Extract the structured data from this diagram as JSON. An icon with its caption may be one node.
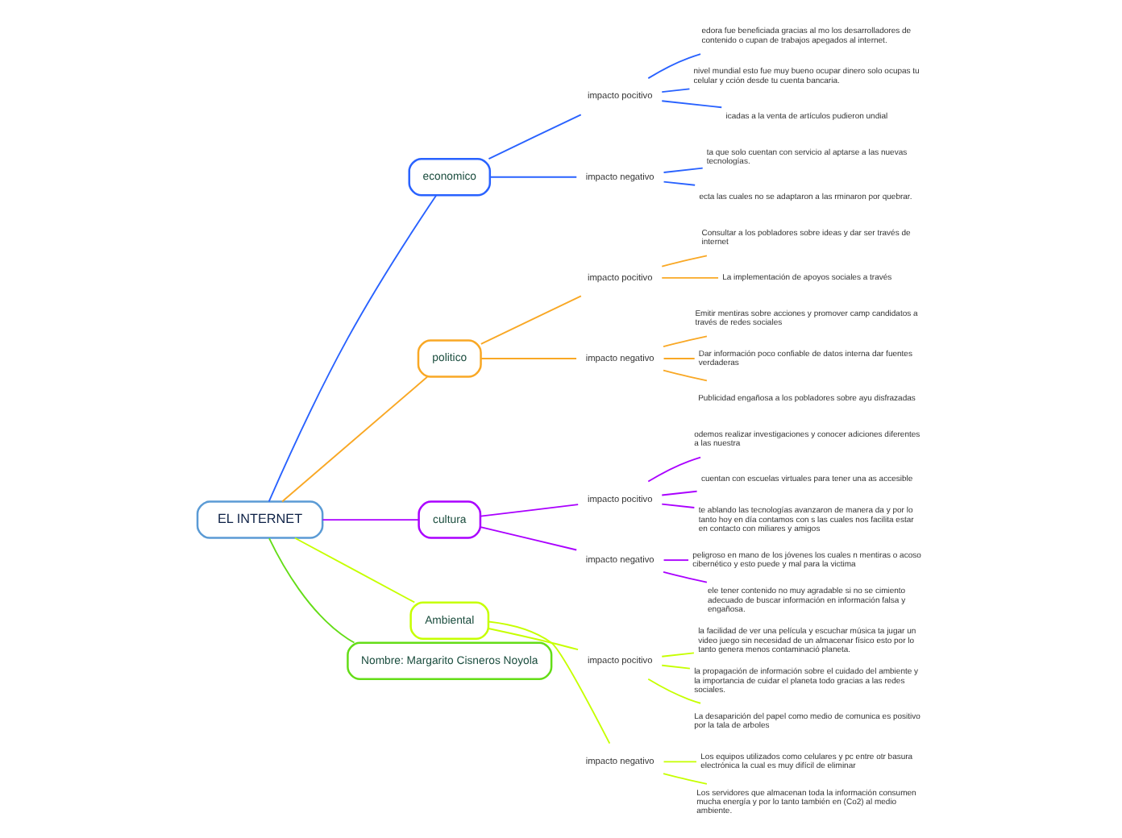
{
  "diagram": {
    "nodes": [
      {
        "text": [
          "EL INTERNET"
        ]
      },
      {
        "text": [
          "economico"
        ]
      },
      {
        "text": [
          "impacto pocitivo"
        ]
      },
      {
        "text": [
          "edora fue beneficiada gracias al mo los desarrolladores de contenido o cupan de trabajos apegados al internet."
        ]
      },
      {
        "text": [
          "nivel mundial esto fue muy bueno ocupar dinero solo ocupas tu celular y cción desde tu cuenta bancaria."
        ]
      },
      {
        "text": [
          "icadas a la venta de artículos pudieron undial"
        ]
      },
      {
        "text": [
          "impacto negativo"
        ]
      },
      {
        "text": [
          "ta que solo cuentan con servicio al aptarse a las nuevas tecnologías."
        ]
      },
      {
        "text": [
          "ecta las cuales no se adaptaron a las rminaron por quebrar."
        ]
      },
      {
        "text": [
          "politico"
        ]
      },
      {
        "text": [
          "impacto pocitivo"
        ]
      },
      {
        "text": [
          "Consultar a los pobladores sobre ideas y dar ser través de internet"
        ]
      },
      {
        "text": [
          "La implementación de apoyos sociales a través"
        ]
      },
      {
        "text": [
          "impacto negativo"
        ]
      },
      {
        "text": [
          "Emitir mentiras sobre acciones y promover camp candidatos a través de redes sociales"
        ]
      },
      {
        "text": [
          "Dar información poco confiable de datos interna dar fuentes verdaderas"
        ]
      },
      {
        "text": [
          "Publicidad engañosa a los pobladores sobre ayu disfrazadas"
        ]
      },
      {
        "text": [
          "cultura"
        ]
      },
      {
        "text": [
          "impacto pocitivo"
        ]
      },
      {
        "text": [
          "odemos realizar investigaciones y conocer adiciones diferentes a las nuestra"
        ]
      },
      {
        "text": [
          "cuentan con escuelas virtuales para tener una as accesible"
        ]
      },
      {
        "text": [
          "te ablando las tecnologías avanzaron de manera da y por lo tanto hoy en día contamos con s las cuales nos facilita estar en contacto con miliares y amigos"
        ]
      },
      {
        "text": [
          "impacto negativo"
        ]
      },
      {
        "text": [
          "peligroso en mano de los jóvenes los cuales n mentiras o acoso cibernético y esto puede y mal para la victima"
        ]
      },
      {
        "text": [
          "ele tener contenido no muy agradable si no se cimiento adecuado de buscar información en información falsa y engañosa."
        ]
      },
      {
        "text": [
          "Ambiental"
        ]
      },
      {
        "text": [
          "impacto pocitivo"
        ]
      },
      {
        "text": [
          "la facilidad de ver una película y escuchar música ta jugar un video juego sin necesidad de un almacenar físico esto por lo tanto genera menos contaminació planeta."
        ]
      },
      {
        "text": [
          "la propagación de información sobre el cuidado del ambiente y la importancia de cuidar el planeta todo gracias a las redes sociales."
        ]
      },
      {
        "text": [
          "La desaparición del papel como medio de comunica es positivo por la tala de arboles"
        ]
      },
      {
        "text": [
          "impacto negativo"
        ]
      },
      {
        "text": [
          "Los equipos utilizados como celulares y pc entre otr basura electrónica la cual es muy difícil de eliminar"
        ]
      },
      {
        "text": [
          "Los servidores que almacenan toda la información consumen mucha energía y por lo tanto también en (Co2) al medio ambiente."
        ]
      },
      {
        "text": [
          "Nombre: Margarito Cisneros Noyola"
        ]
      }
    ],
    "edges": [
      {
        "from": 0,
        "to": 1,
        "arrow": "none",
        "color": "#2962ff"
      },
      {
        "from": 1,
        "to": 2,
        "arrow": "none",
        "color": "#2962ff"
      },
      {
        "from": 2,
        "to": 3,
        "arrow": "none",
        "color": "#2962ff"
      },
      {
        "from": 2,
        "to": 4,
        "arrow": "none",
        "color": "#2962ff"
      },
      {
        "from": 2,
        "to": 5,
        "arrow": "none",
        "color": "#2962ff"
      },
      {
        "from": 1,
        "to": 6,
        "arrow": "none",
        "color": "#2962ff"
      },
      {
        "from": 6,
        "to": 7,
        "arrow": "none",
        "color": "#2962ff"
      },
      {
        "from": 6,
        "to": 8,
        "arrow": "none",
        "color": "#2962ff"
      },
      {
        "from": 0,
        "to": 9,
        "arrow": "none",
        "color": "#f9a825"
      },
      {
        "from": 9,
        "to": 10,
        "arrow": "none",
        "color": "#f9a825"
      },
      {
        "from": 10,
        "to": 11,
        "arrow": "none",
        "color": "#f9a825"
      },
      {
        "from": 10,
        "to": 12,
        "arrow": "none",
        "color": "#f9a825"
      },
      {
        "from": 9,
        "to": 13,
        "arrow": "none",
        "color": "#f9a825"
      },
      {
        "from": 13,
        "to": 14,
        "arrow": "none",
        "color": "#f9a825"
      },
      {
        "from": 13,
        "to": 15,
        "arrow": "none",
        "color": "#f9a825"
      },
      {
        "from": 13,
        "to": 16,
        "arrow": "none",
        "color": "#f9a825"
      },
      {
        "from": 0,
        "to": 17,
        "arrow": "none",
        "color": "#aa00ff"
      },
      {
        "from": 17,
        "to": 18,
        "arrow": "none",
        "color": "#aa00ff"
      },
      {
        "from": 18,
        "to": 19,
        "arrow": "none",
        "color": "#aa00ff"
      },
      {
        "from": 18,
        "to": 20,
        "arrow": "none",
        "color": "#aa00ff"
      },
      {
        "from": 18,
        "to": 21,
        "arrow": "none",
        "color": "#aa00ff"
      },
      {
        "from": 17,
        "to": 22,
        "arrow": "none",
        "color": "#aa00ff"
      },
      {
        "from": 22,
        "to": 23,
        "arrow": "none",
        "color": "#aa00ff"
      },
      {
        "from": 22,
        "to": 24,
        "arrow": "none",
        "color": "#aa00ff"
      },
      {
        "from": 0,
        "to": 25,
        "arrow": "none",
        "color": "#c6ff00"
      },
      {
        "from": 25,
        "to": 26,
        "arrow": "none",
        "color": "#c6ff00"
      },
      {
        "from": 26,
        "to": 27,
        "arrow": "none",
        "color": "#c6ff00"
      },
      {
        "from": 26,
        "to": 28,
        "arrow": "none",
        "color": "#c6ff00"
      },
      {
        "from": 26,
        "to": 29,
        "arrow": "none",
        "color": "#c6ff00"
      },
      {
        "from": 25,
        "to": 30,
        "arrow": "none",
        "color": "#c6ff00"
      },
      {
        "from": 30,
        "to": 31,
        "arrow": "none",
        "color": "#c6ff00"
      },
      {
        "from": 30,
        "to": 32,
        "arrow": "none",
        "color": "#c6ff00"
      },
      {
        "from": 0,
        "to": 33,
        "arrow": "none",
        "color": "#64dd17"
      }
    ]
  }
}
